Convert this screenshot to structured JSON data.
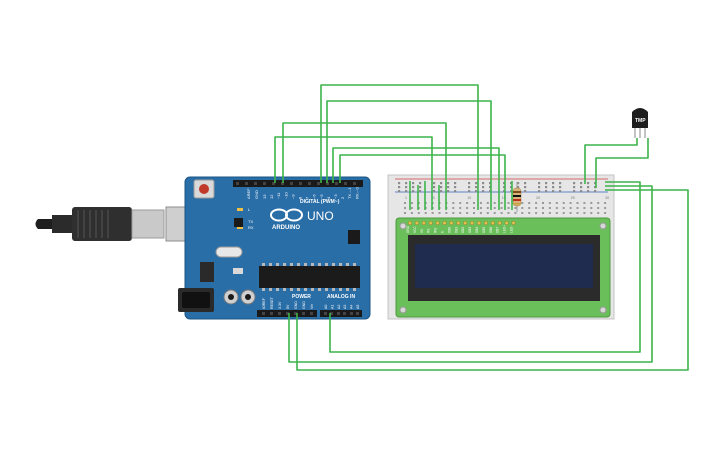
{
  "board": {
    "logo_text": "ARDUINO",
    "model": "UNO",
    "digital_label": "DIGITAL (PWM~)",
    "power_label": "POWER",
    "analog_label": "ANALOG IN",
    "aref_label": "AREF",
    "gnd_label": "GND",
    "led_l": "L",
    "led_tx": "TX",
    "led_rx": "RX",
    "digital_pins": [
      "13",
      "12",
      "~11",
      "~10",
      "~9",
      "8",
      "7",
      "~6",
      "~5",
      "4",
      "~3",
      "2",
      "TX→1",
      "RX←0"
    ],
    "power_pins": [
      "IOREF",
      "RESET",
      "3.3V",
      "5V",
      "GND",
      "GND",
      "Vin"
    ],
    "analog_pins": [
      "A0",
      "A1",
      "A2",
      "A3",
      "A4",
      "A5"
    ]
  },
  "sensor": {
    "label": "TMP"
  },
  "breadboard": {
    "column_numbers": [
      "1",
      "5",
      "10",
      "15",
      "20",
      "25",
      "30"
    ],
    "lcd_pins": [
      "GND",
      "VCC",
      "V0",
      "RS",
      "RW",
      "E",
      "DB0",
      "DB1",
      "DB2",
      "DB3",
      "DB4",
      "DB5",
      "DB6",
      "DB7",
      "LED+",
      "LED-"
    ]
  },
  "colors": {
    "board": "#2a6ea8",
    "board_dark": "#1f5a8e",
    "wire": "#3cb44b",
    "lcd_pcb": "#6bbf5b",
    "lcd_screen": "#1f2c4f",
    "breadboard": "#e6e6e6"
  }
}
